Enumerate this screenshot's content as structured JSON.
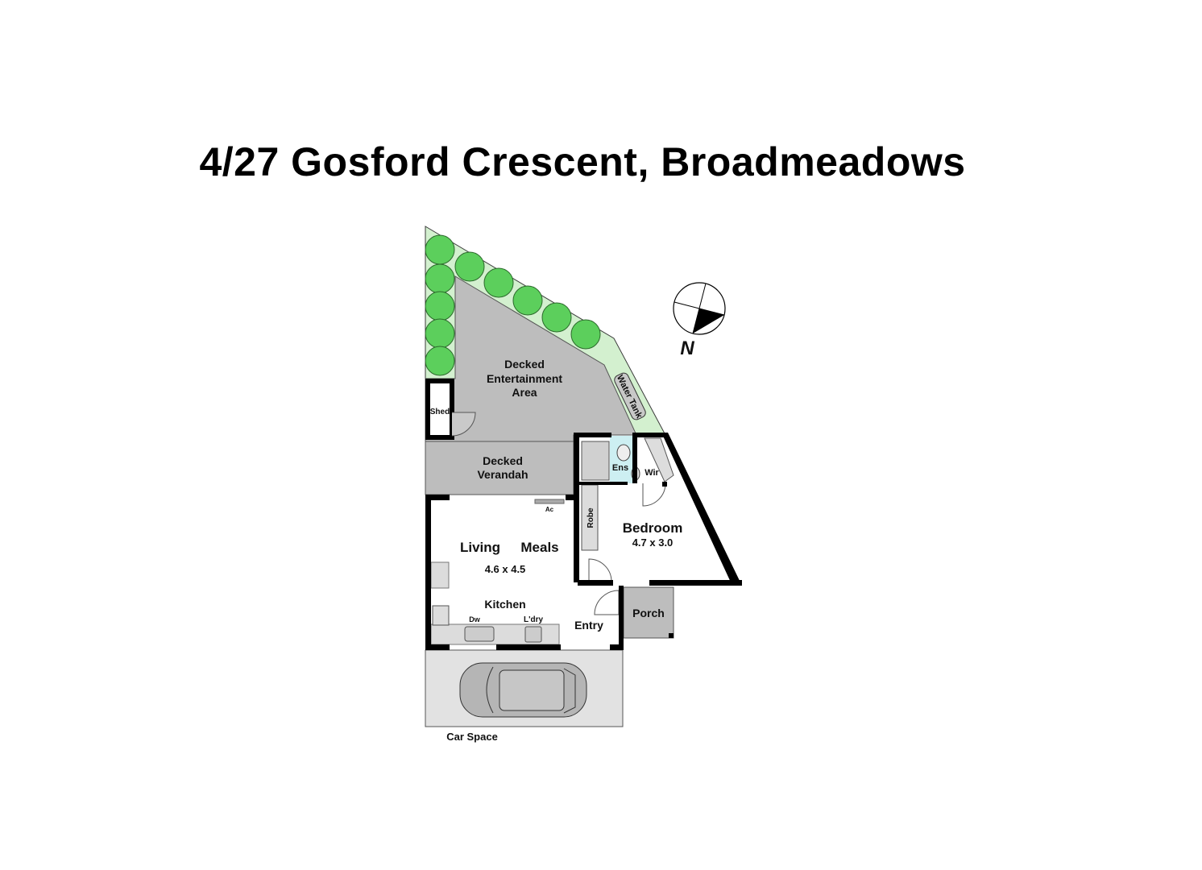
{
  "title": "4/27 Gosford Crescent, Broadmeadows",
  "compass": {
    "label": "N"
  },
  "rooms": {
    "deck_area": [
      "Decked",
      "Entertainment",
      "Area"
    ],
    "shed": "Shed",
    "water_tank": "Water Tank",
    "verandah": [
      "Decked",
      "Verandah"
    ],
    "ensuite": "Ens",
    "wir": "Wir",
    "robe": "Robe",
    "bedroom": {
      "name": "Bedroom",
      "size": "4.7 x 3.0"
    },
    "living": {
      "name": "Living",
      "meals": "Meals",
      "size": "4.6 x 4.5"
    },
    "ac": "Ac",
    "kitchen": "Kitchen",
    "dw": "Dw",
    "laundry": "L'dry",
    "entry": "Entry",
    "porch": "Porch",
    "car_space": "Car Space"
  },
  "colors": {
    "garden": "#d3f0cf",
    "tree": "#5ccf5c",
    "deck": "#bdbdbd",
    "car_space": "#e2e2e2",
    "tiles": "#cdeff2",
    "wall": "#000000"
  }
}
